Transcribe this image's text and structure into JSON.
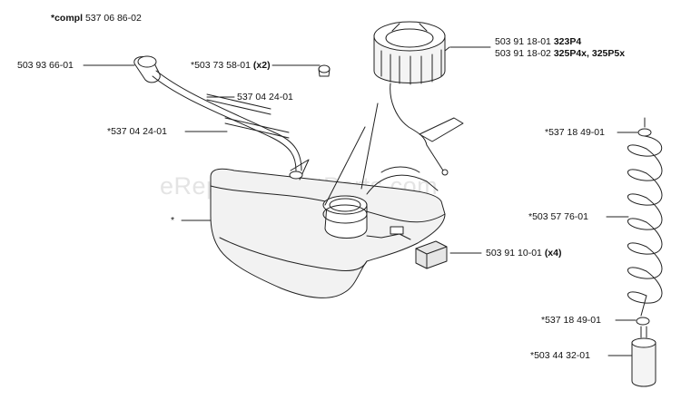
{
  "header": {
    "prefix": "*compl",
    "number": "537 06 86-02"
  },
  "watermark": "eReplacementParts.com",
  "labels": {
    "hose_connector": "503 93 66-01",
    "grommet": {
      "number": "*503 73 58-01",
      "qty": "(x2)"
    },
    "fuel_line_upper": "537 04 24-01",
    "fuel_line_lower": "*537 04 24-01",
    "cap_a": {
      "number": "503 91 18-01",
      "model": "323P4"
    },
    "cap_b": {
      "number": "503 91 18-02",
      "model": "325P4x, 325P5x"
    },
    "tank": "*",
    "damper": {
      "number": "503 91 10-01",
      "qty": "(x4)"
    },
    "oring_top": "*537 18 49-01",
    "coil": "*503 57 76-01",
    "oring_bottom": "*537 18 49-01",
    "filter": "*503 44 32-01"
  }
}
